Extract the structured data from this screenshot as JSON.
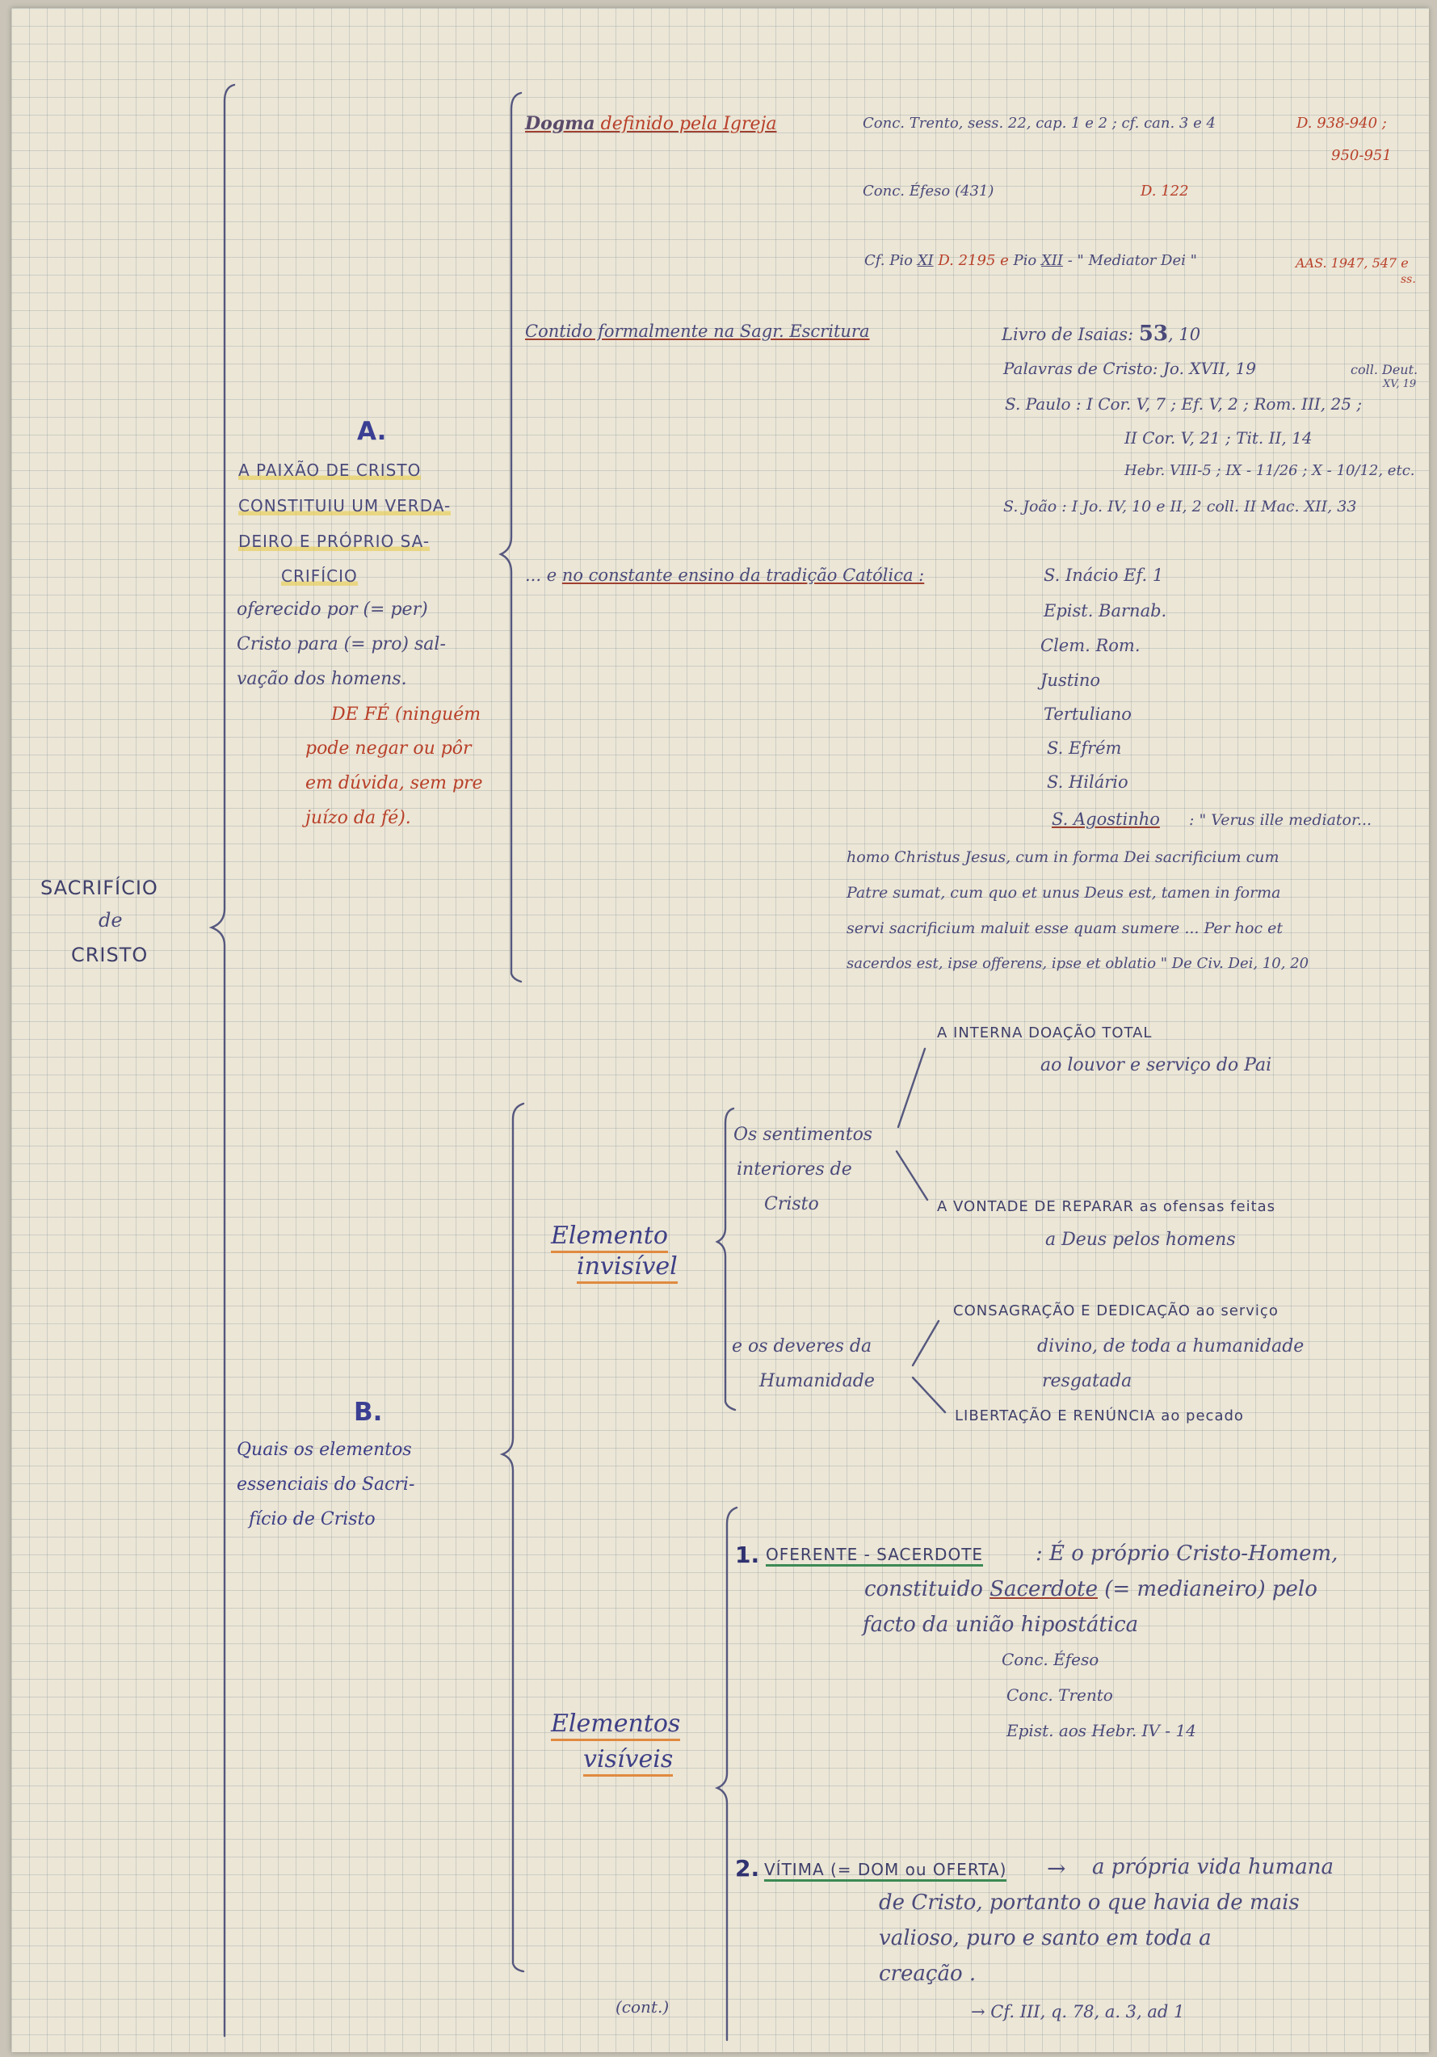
{
  "root": {
    "line1": "SACRIFÍCIO",
    "line2": "de",
    "line3": "CRISTO"
  },
  "sectionA": {
    "letter": "A.",
    "caps1": "A PAIXÃO DE CRISTO",
    "caps2": "CONSTITUIU UM VERDA-",
    "caps3": "DEIRO E PRÓPRIO SA-",
    "caps4": "CRIFÍCIO",
    "text1": "oferecido por (= per)",
    "text2": "Cristo para (= pro) sal-",
    "text3": "vação dos homens.",
    "fe1": "DE FÉ (ninguém",
    "fe2": "pode negar ou pôr",
    "fe3": "em dúvida, sem pre",
    "fe4": "juízo da fé)."
  },
  "dogma": {
    "label1": "Dogma",
    "label2": "definido pela Igreja",
    "trento": "Conc. Trento, sess. 22, cap. 1 e 2 ; cf. can. 3 e 4",
    "trentoRef1": "D. 938-940 ;",
    "trentoRef2": "950-951",
    "efeso": "Conc. Éfeso (431)",
    "efesoRef": "D. 122",
    "pio1": "Cf. Pio",
    "pio1Num": "XI",
    "pio1Ref": "D. 2195 e",
    "pio2": "Pio",
    "pio2Num": "XII",
    "pio2Doc": "- \" Mediator Dei \"",
    "aas1": "AAS. 1947, 547 e",
    "aas2": "ss."
  },
  "escritura": {
    "label": "Contido formalmente na Sagr. Escritura",
    "isaias": "Livro de Isaias:",
    "isaiasNum": "53",
    "isaiasVerse": ", 10",
    "cristo": "Palavras de Cristo:  Jo. XVII, 19",
    "coll1": "coll. Deut.",
    "coll2": "XV, 19",
    "paulo1": "S. Paulo :  I Cor. V, 7 ;  Ef. V, 2 ;  Rom. III, 25 ;",
    "paulo2": "II Cor. V, 21 ;  Tit. II, 14",
    "paulo3": "Hebr. VIII-5 ; IX - 11/26 ; X - 10/12, etc.",
    "joao": "S. João :   I Jo. IV, 10  e  II, 2   coll. II Mac. XII, 33"
  },
  "tradicao": {
    "prefix": "... e",
    "label": "no constante ensino da tradição Católica :",
    "authors": [
      "S. Inácio   Ef. 1",
      "Epist. Barnab.",
      "Clem. Rom.",
      "Justino",
      "Tertuliano",
      "S. Efrém",
      "S. Hilário"
    ],
    "agostinho": "S. Agostinho",
    "quote1": ": \" Verus ille mediator...",
    "quote2": "homo Christus Jesus, cum in forma Dei sacrificium cum",
    "quote3": "Patre sumat, cum quo et unus Deus est, tamen in forma",
    "quote4": "servi sacrificium maluit esse quam sumere ... Per hoc et",
    "quote5": "sacerdos est, ipse offerens, ipse et oblatio \"  De Civ. Dei, 10, 20"
  },
  "sectionB": {
    "letter": "B.",
    "line1": "Quais os elementos",
    "line2": "essenciais do Sacri-",
    "line3": "fício de Cristo"
  },
  "invisivel": {
    "label1": "Elemento",
    "label2": "invisível",
    "sent1": "Os sentimentos",
    "sent2": "interiores de",
    "sent3": "Cristo",
    "doacao1": "A INTERNA DOAÇÃO TOTAL",
    "doacao2": "ao louvor e serviço do Pai",
    "reparar1": "A VONTADE DE REPARAR as ofensas feitas",
    "reparar2": "a Deus pelos homens",
    "deveres1": "e os deveres da",
    "deveres2": "Humanidade",
    "consagr1": "CONSAGRAÇÃO E DEDICAÇÃO ao serviço",
    "consagr2": "divino, de toda a humanidade",
    "consagr3": "resgatada",
    "libert": "LIBERTAÇÃO E RENÚNCIA ao pecado"
  },
  "visiveis": {
    "label1": "Elementos",
    "label2": "visíveis",
    "item1Num": "1.",
    "item1Label": "OFERENTE - SACERDOTE",
    "item1Text1": ":  É o próprio Cristo-Homem,",
    "item1Text2a": "constituido",
    "item1Text2b": "Sacerdote",
    "item1Text2c": "(= medianeiro) pelo",
    "item1Text3": "facto da união hipostática",
    "refs": [
      "Conc. Éfeso",
      "Conc. Trento",
      "Epist. aos Hebr. IV - 14"
    ],
    "item2Num": "2.",
    "item2Label": "VÍTIMA (= DOM ou OFERTA)",
    "item2Arrow": "→",
    "item2Text1": "a própria vida humana",
    "item2Text2": "de Cristo, portanto o que havia de mais",
    "item2Text3": "valioso, puro e santo  em toda a",
    "item2Text4": "creação .",
    "item2Ref": "→ Cf.  III, q. 78, a. 3, ad 1"
  },
  "footer": {
    "cont": "(cont.)"
  }
}
